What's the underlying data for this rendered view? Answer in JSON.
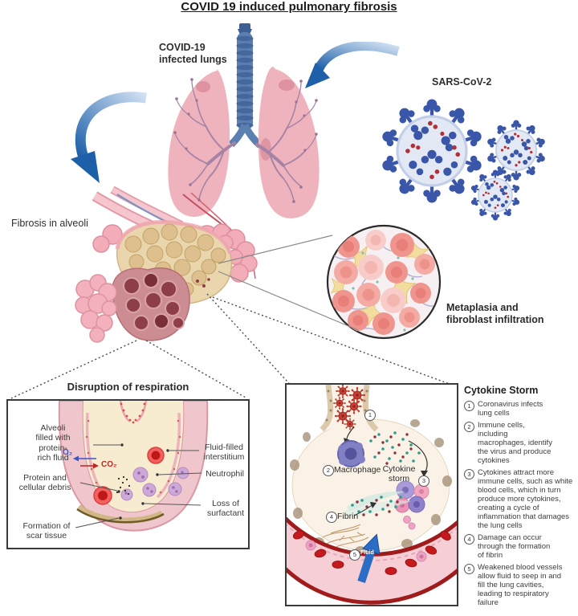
{
  "title": "COVID 19 induced pulmonary fibrosis",
  "labels": {
    "infected_lungs": "COVID-19\ninfected lungs",
    "sars_cov_2": "SARS-CoV-2",
    "fibrosis_alveoli": "Fibrosis in alveoli",
    "metaplasia": "Metaplasia and\nfibroblast infiltration"
  },
  "left_panel": {
    "title": "Disruption of respiration",
    "labels": {
      "alveoli": "Alveoli\nfilled with\nprotein-\nrich fluid",
      "o2": "O₂",
      "co2": "CO₂",
      "protein_debris": "Protein and\ncellular debris",
      "scar": "Formation of\nscar tissue",
      "interstitium": "Fluid-filled\ninterstitium",
      "neutrophil": "Neutrophil",
      "surfactant": "Loss of\nsurfactant"
    }
  },
  "right_panel": {
    "labels": {
      "macrophage": "Macrophage",
      "cytokine_storm": "Cytokine\nstorm",
      "fibrin": "Fibrin",
      "fluid": "Fluid"
    }
  },
  "cytokine_storm": {
    "heading": "Cytokine Storm",
    "items": [
      {
        "num": "1",
        "text": "Coronavirus infects\nlung cells"
      },
      {
        "num": "2",
        "text": "Immune cells,\nincluding\nmacrophages, identify\nthe virus and produce\ncytokines"
      },
      {
        "num": "3",
        "text": "Cytokines attract more\nimmune cells, such as white\nblood cells, which in turn\nproduce more cytokines,\ncreating a cycle of\ninflammation that damages\nthe lung cells"
      },
      {
        "num": "4",
        "text": "Damage can occur\nthrough the formation\nof fibrin"
      },
      {
        "num": "5",
        "text": "Weakened blood vessels\nallow fluid to seep in and\nfill the lung cavities,\nleading to respiratory\nfailure"
      }
    ]
  },
  "colors": {
    "arrow_blue": "#1d5fa8",
    "virus_blue": "#3a56a8",
    "lung_pink": "#efb3bd",
    "vessel_red": "#a01b1b",
    "virus_red": "#c0392b",
    "cytokine_teal": "#2e9c8c",
    "cytokine_maroon": "#8e3040",
    "fibrosis_tan": "#ead6ad",
    "fibrosis_maroon": "#8e3e46"
  }
}
